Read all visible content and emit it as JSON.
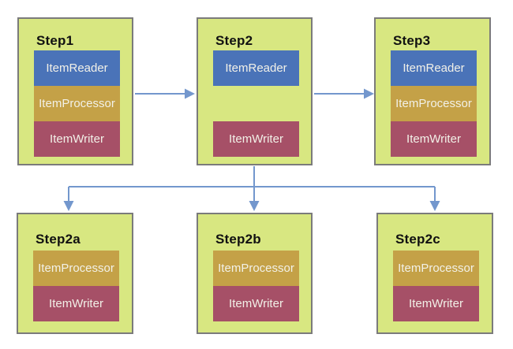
{
  "diagram": {
    "nodes": [
      {
        "id": "step1",
        "title": "Step1",
        "components": [
          "ItemReader",
          "ItemProcessor",
          "ItemWriter"
        ]
      },
      {
        "id": "step2",
        "title": "Step2",
        "components": [
          "ItemReader",
          "ItemWriter"
        ]
      },
      {
        "id": "step3",
        "title": "Step3",
        "components": [
          "ItemReader",
          "ItemProcessor",
          "ItemWriter"
        ]
      },
      {
        "id": "step2a",
        "title": "Step2a",
        "components": [
          "ItemProcessor",
          "ItemWriter"
        ]
      },
      {
        "id": "step2b",
        "title": "Step2b",
        "components": [
          "ItemProcessor",
          "ItemWriter"
        ]
      },
      {
        "id": "step2c",
        "title": "Step2c",
        "components": [
          "ItemProcessor",
          "ItemWriter"
        ]
      }
    ],
    "edges": [
      {
        "from": "Step1",
        "to": "Step2"
      },
      {
        "from": "Step2",
        "to": "Step3"
      },
      {
        "from": "Step2",
        "to": "Step2a"
      },
      {
        "from": "Step2",
        "to": "Step2b"
      },
      {
        "from": "Step2",
        "to": "Step2c"
      }
    ]
  },
  "colors": {
    "canvas_bg": "#ffffff",
    "node_fill": "#d8e781",
    "node_border": "#7b7b7b",
    "item_reader": "#4a73b8",
    "item_processor": "#c4a147",
    "item_writer": "#a65067",
    "arrow": "#7397cd",
    "title_text": "#111111",
    "component_text": "#f2f1e8"
  }
}
